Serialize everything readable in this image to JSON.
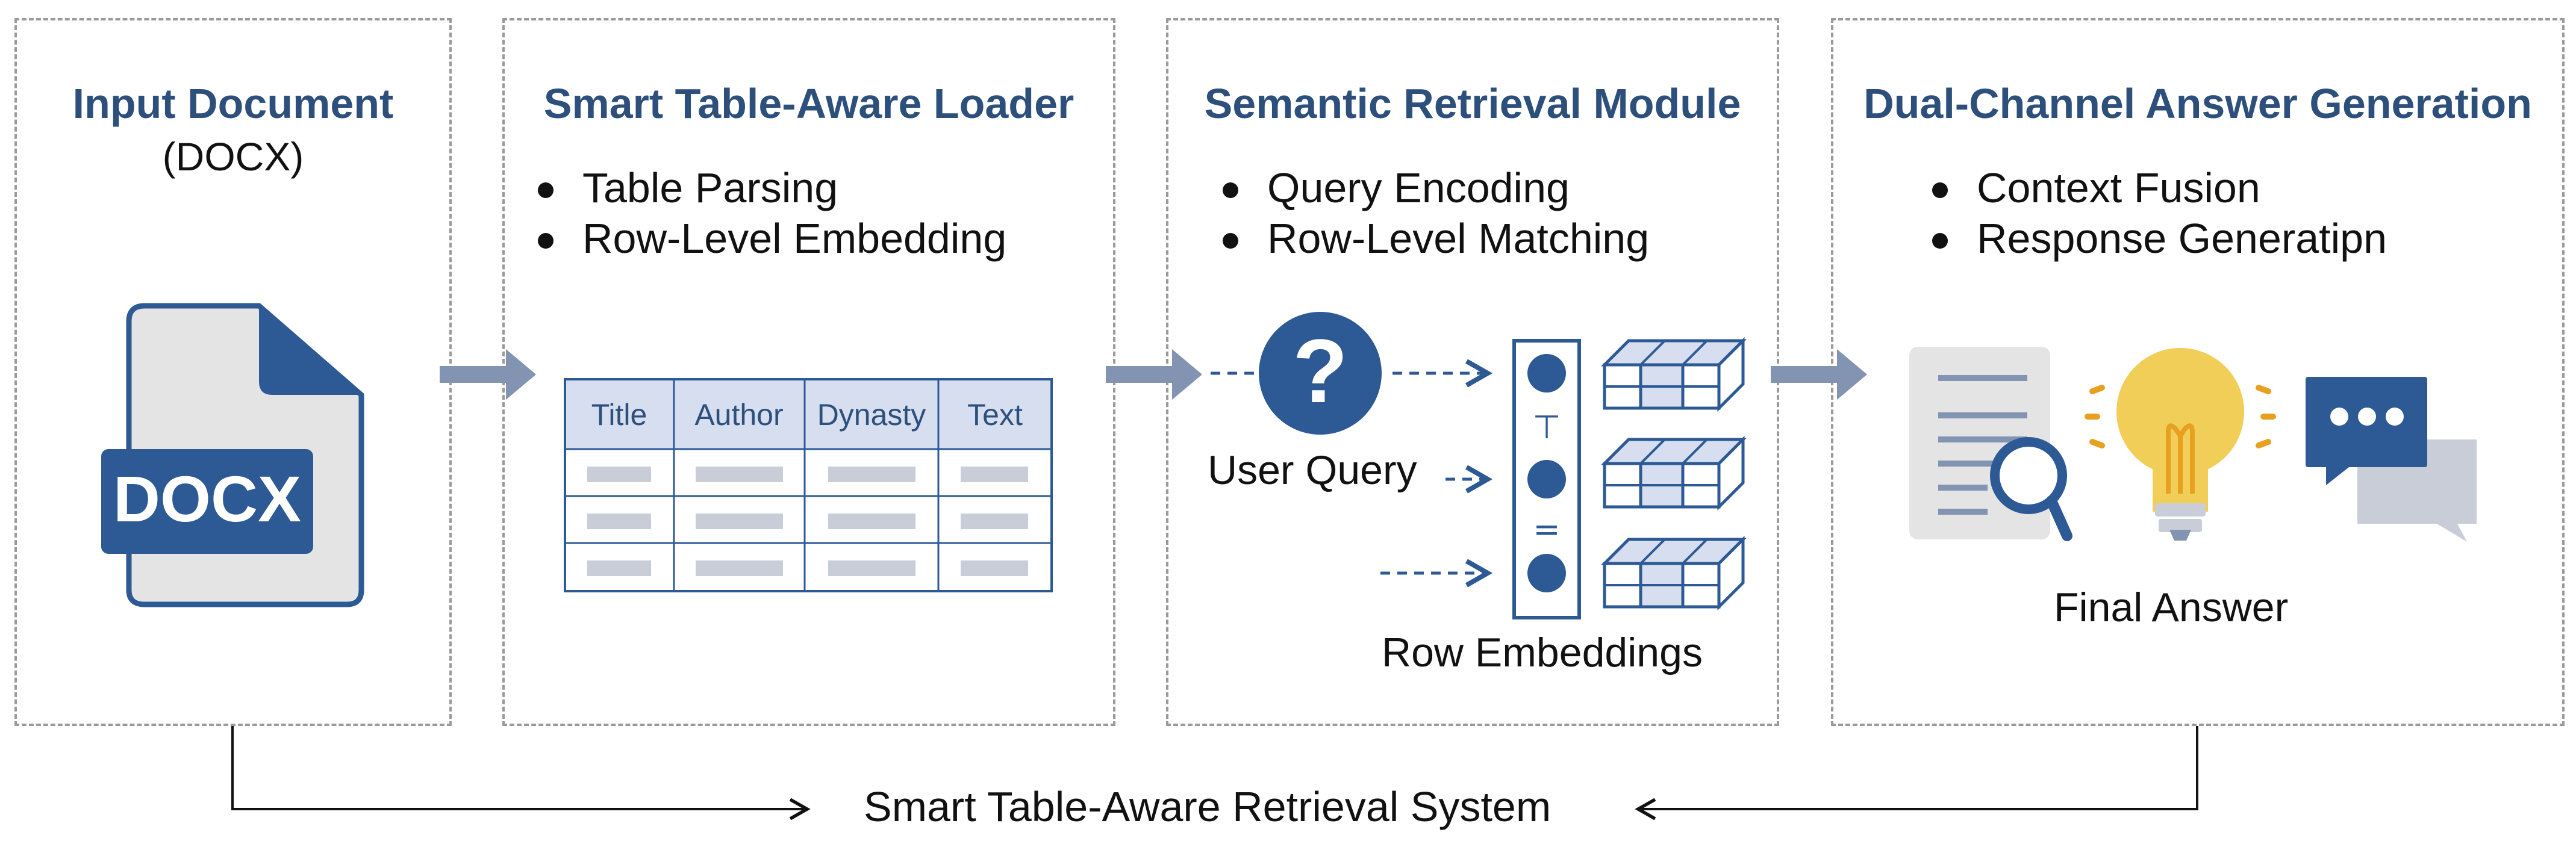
{
  "panels": {
    "input": {
      "title": "Input Document",
      "subtitle": "(DOCX)",
      "icon_label": "DOCX"
    },
    "loader": {
      "title": "Smart Table-Aware Loader",
      "bullets": [
        "Table Parsing",
        "Row-Level Embedding"
      ],
      "table_headers": [
        "Title",
        "Author",
        "Dynasty",
        "Text"
      ]
    },
    "retrieval": {
      "title": "Semantic Retrieval Module",
      "bullets": [
        "Query Encoding",
        "Row-Level Matching"
      ],
      "query_label": "User Query",
      "embeddings_label": "Row Embeddings",
      "vector_symbols": [
        "⊤",
        "="
      ]
    },
    "generation": {
      "title": "Dual-Channel Answer Generation",
      "bullets": [
        "Context Fusion",
        "Response Generatipn"
      ],
      "answer_label": "Final Answer"
    }
  },
  "system_label": "Smart Table-Aware Retrieval System",
  "colors": {
    "primary": "#2d5a94",
    "title_text": "#2d4f7c",
    "arrow": "#8393b2",
    "header_fill": "#d6def0",
    "placeholder": "#c9cdd8",
    "doc_gray": "#e4e4e4",
    "bulb": "#f1ce58",
    "accent_orange": "#e8a020"
  },
  "icons": [
    "docx-file-icon",
    "question-icon",
    "document-search-icon",
    "lightbulb-icon",
    "chat-bubbles-icon"
  ]
}
